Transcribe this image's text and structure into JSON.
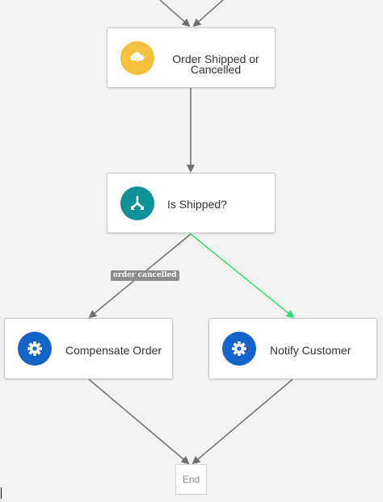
{
  "nodes": {
    "order_shipped": {
      "label": "Order Shipped or Cancelled",
      "icon": "event-icon",
      "icon_color": "#f5c13d"
    },
    "is_shipped": {
      "label": "Is Shipped?",
      "icon": "gateway-icon",
      "icon_color": "#0e9196"
    },
    "compensate_order": {
      "label": "Compensate Order",
      "icon": "gear-icon",
      "icon_color": "#1463c9"
    },
    "notify_customer": {
      "label": "Notify Customer",
      "icon": "gear-icon",
      "icon_color": "#1463c9"
    },
    "end": {
      "label": "End"
    }
  },
  "edges": {
    "cancel_label": "order cancelled",
    "default_color": "#6f6f6f",
    "highlight_color": "#2ee06d"
  }
}
